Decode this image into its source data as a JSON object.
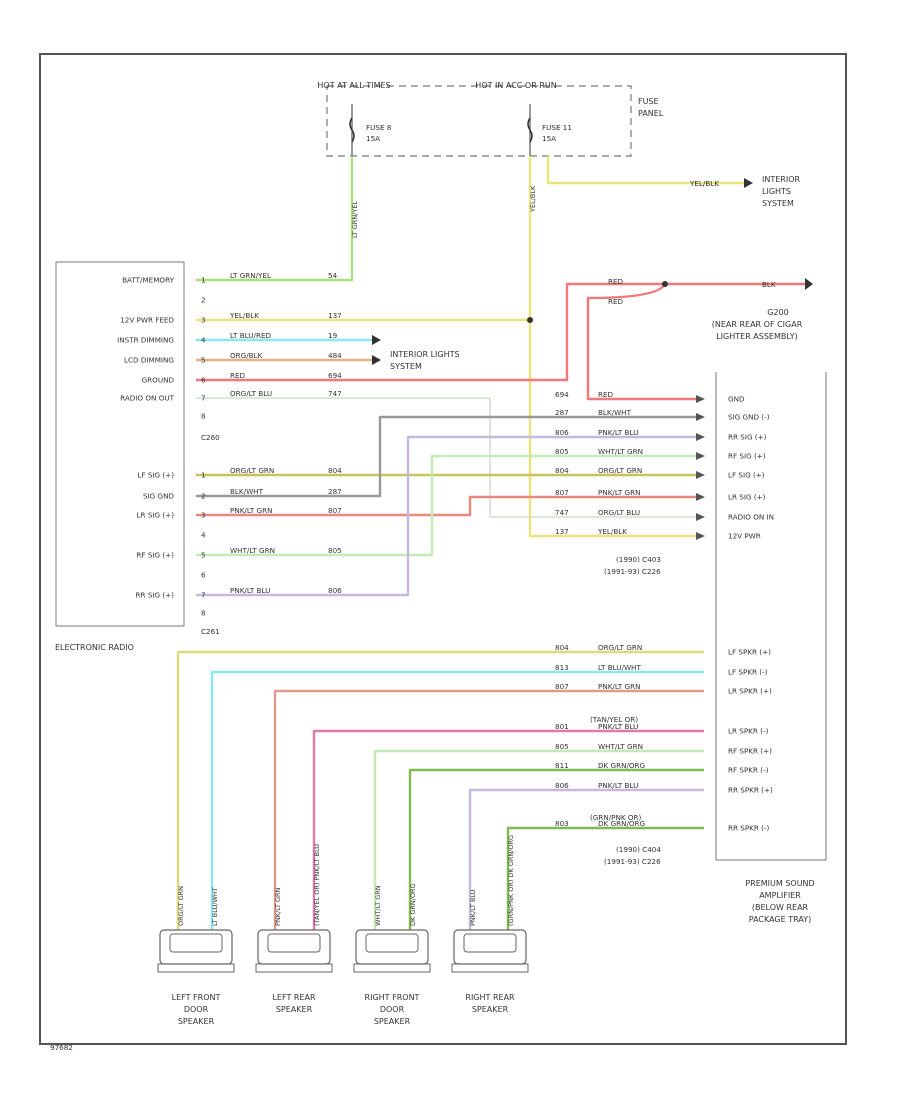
{
  "fuse_panel": {
    "hot_at_all_times": "HOT AT ALL TIMES",
    "hot_in_acc_or_run": "HOT IN ACC OR RUN",
    "title_line1": "FUSE",
    "title_line2": "PANEL",
    "fuse8_name": "FUSE 8",
    "fuse8_amp": "15A",
    "fuse11_name": "FUSE 11",
    "fuse11_amp": "15A",
    "wire_fuse8": "LT GRN/YEL",
    "wire_fuse11": "YEL/BLK"
  },
  "interior_top": {
    "wire": "YEL/BLK",
    "label_lines": [
      "INTERIOR",
      "LIGHTS",
      "SYSTEM"
    ]
  },
  "radio": {
    "title": "ELECTRONIC RADIO",
    "c260": "C260",
    "c261": "C261",
    "pins_upper": [
      {
        "label": "BATT/MEMORY",
        "pin": "1",
        "wire": "LT GRN/YEL",
        "circuit": "54"
      },
      {
        "label": "",
        "pin": "2",
        "wire": "",
        "circuit": ""
      },
      {
        "label": "12V PWR FEED",
        "pin": "3",
        "wire": "YEL/BLK",
        "circuit": "137"
      },
      {
        "label": "INSTR DIMMING",
        "pin": "4",
        "wire": "LT BLU/RED",
        "circuit": "19"
      },
      {
        "label": "LCD DIMMING",
        "pin": "5",
        "wire": "ORG/BLK",
        "circuit": "484"
      },
      {
        "label": "GROUND",
        "pin": "6",
        "wire": "RED",
        "circuit": "694"
      },
      {
        "label": "RADIO ON OUT",
        "pin": "7",
        "wire": "ORG/LT BLU",
        "circuit": "747"
      },
      {
        "label": "",
        "pin": "8",
        "wire": "",
        "circuit": ""
      }
    ],
    "pins_lower": [
      {
        "label": "LF SIG (+)",
        "pin": "1",
        "wire": "ORG/LT GRN",
        "circuit": "804"
      },
      {
        "label": "SIG GND",
        "pin": "2",
        "wire": "BLK/WHT",
        "circuit": "287"
      },
      {
        "label": "LR SIG (+)",
        "pin": "3",
        "wire": "PNK/LT GRN",
        "circuit": "807"
      },
      {
        "label": "",
        "pin": "4",
        "wire": "",
        "circuit": ""
      },
      {
        "label": "RF SIG (+)",
        "pin": "5",
        "wire": "WHT/LT GRN",
        "circuit": "805"
      },
      {
        "label": "",
        "pin": "6",
        "wire": "",
        "circuit": ""
      },
      {
        "label": "RR SIG (+)",
        "pin": "7",
        "wire": "PNK/LT BLU",
        "circuit": "806"
      },
      {
        "label": "",
        "pin": "8",
        "wire": "",
        "circuit": ""
      }
    ]
  },
  "interior_mid": {
    "label_line1": "INTERIOR LIGHTS",
    "label_line2": "SYSTEM"
  },
  "g200": {
    "wire_a": "RED",
    "wire_b": "RED",
    "wire_c": "BLK",
    "label_lines": [
      "G200",
      "(NEAR REAR OF CIGAR",
      "LIGHTER ASSEMBLY)"
    ]
  },
  "amplifier": {
    "title_lines": [
      "PREMIUM SOUND",
      "AMPLIFIER",
      "(BELOW REAR",
      "PACKAGE TRAY)"
    ],
    "c403": [
      "(1990)   C403",
      "(1991-93)   C226"
    ],
    "c404": [
      "(1990)   C404",
      "(1991-93)   C226"
    ],
    "pins_upper": [
      {
        "label": "GND",
        "circuit": "694",
        "wire": "RED"
      },
      {
        "label": "SIG GND (-)",
        "circuit": "287",
        "wire": "BLK/WHT"
      },
      {
        "label": "RR SIG (+)",
        "circuit": "806",
        "wire": "PNK/LT BLU"
      },
      {
        "label": "RF SIG (+)",
        "circuit": "805",
        "wire": "WHT/LT GRN"
      },
      {
        "label": "LF SIG (+)",
        "circuit": "804",
        "wire": "ORG/LT GRN"
      },
      {
        "label": "LR SIG (+)",
        "circuit": "807",
        "wire": "PNK/LT GRN"
      },
      {
        "label": "RADIO ON IN",
        "circuit": "747",
        "wire": "ORG/LT BLU"
      },
      {
        "label": "12V PWR",
        "circuit": "137",
        "wire": "YEL/BLK"
      }
    ],
    "pins_lower": [
      {
        "label": "LF SPKR (+)",
        "circuit": "804",
        "wire": "ORG/LT GRN"
      },
      {
        "label": "LF SPKR (-)",
        "circuit": "813",
        "wire": "LT BLU/WHT"
      },
      {
        "label": "LR SPKR (+)",
        "circuit": "807",
        "wire": "PNK/LT GRN"
      },
      {
        "label": "LR SPKR (-)",
        "circuit": "801",
        "wire": "PNK/LT BLU"
      },
      {
        "label": "RF SPKR (+)",
        "circuit": "805",
        "wire": "WHT/LT GRN"
      },
      {
        "label": "RF SPKR (-)",
        "circuit": "811",
        "wire": "DK GRN/ORG"
      },
      {
        "label": "RR SPKR (+)",
        "circuit": "806",
        "wire": "PNK/LT BLU"
      },
      {
        "label": "RR SPKR (-)",
        "circuit": "803",
        "wire": "DK GRN/ORG"
      }
    ],
    "note_lr_minus": "(TAN/YEL OR)",
    "note_rr_minus": "(GRN/PNK OR)"
  },
  "speakers": [
    {
      "name_lines": [
        "LEFT FRONT",
        "DOOR",
        "SPEAKER"
      ],
      "wire_plus": "ORG/LT GRN",
      "wire_minus": "LT BLU/WHT"
    },
    {
      "name_lines": [
        "LEFT REAR",
        "SPEAKER"
      ],
      "wire_plus": "PNK/LT GRN",
      "wire_minus": "(TAN/YEL OR) PNK/LT BLU"
    },
    {
      "name_lines": [
        "RIGHT FRONT",
        "DOOR",
        "SPEAKER"
      ],
      "wire_plus": "WHT/LT GRN",
      "wire_minus": "DK GRN/ORG"
    },
    {
      "name_lines": [
        "RIGHT REAR",
        "SPEAKER"
      ],
      "wire_plus": "PNK/LT BLU",
      "wire_minus": "(GRN/PNK OR) DK GRN/ORG"
    }
  ],
  "figure_id": "97682",
  "colors": {
    "yellow": "#e8e67a",
    "lt_green": "#9ce57e",
    "red": "#f47878",
    "cyan": "#88e9f0",
    "orange": "#e4b27a",
    "pink": "#e07aa8",
    "gray": "#9a9a9a",
    "lt_blue": "#c7c7e8",
    "olive": "#c8c25a",
    "dark_green": "#7fbd4a",
    "white_green": "#c4eab6"
  }
}
